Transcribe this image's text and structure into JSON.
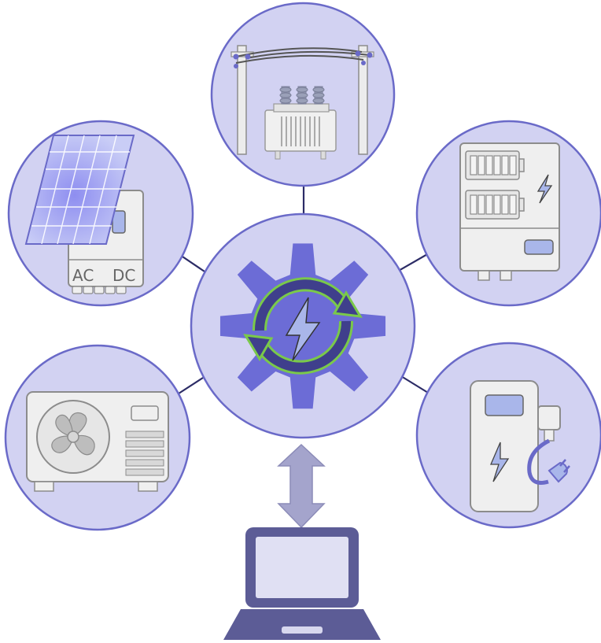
{
  "header": {
    "title": ""
  },
  "colors": {
    "node_fill": "#d2d2f2",
    "node_stroke": "#6a6ac8",
    "gear": "#6c6cd6",
    "arrows_green": "#7ac94a",
    "device_fill": "#efefef",
    "device_stroke": "#8c8c8c",
    "screen_blue": "#a9b6ea",
    "laptop": "#5c5c96"
  },
  "nodes": [
    {
      "id": "grid",
      "name": "power-grid-transformer-node",
      "icon": "power-line-transformer-icon"
    },
    {
      "id": "battery",
      "name": "battery-storage-node",
      "icon": "battery-cabinet-icon"
    },
    {
      "id": "ev",
      "name": "ev-charger-node",
      "icon": "ev-charger-icon"
    },
    {
      "id": "heatpump",
      "name": "heat-pump-node",
      "icon": "heat-pump-fan-icon"
    },
    {
      "id": "solar",
      "name": "solar-inverter-node",
      "icon": "solar-panel-icon"
    }
  ],
  "hub": {
    "name": "energy-management-hub",
    "icon": "gear-lightning-cycle-icon"
  },
  "solar_inverter": {
    "label_ac": "AC",
    "label_dc": "DC"
  },
  "client": {
    "name": "laptop-client",
    "icon": "laptop-icon",
    "link_icon": "double-arrow-icon"
  }
}
